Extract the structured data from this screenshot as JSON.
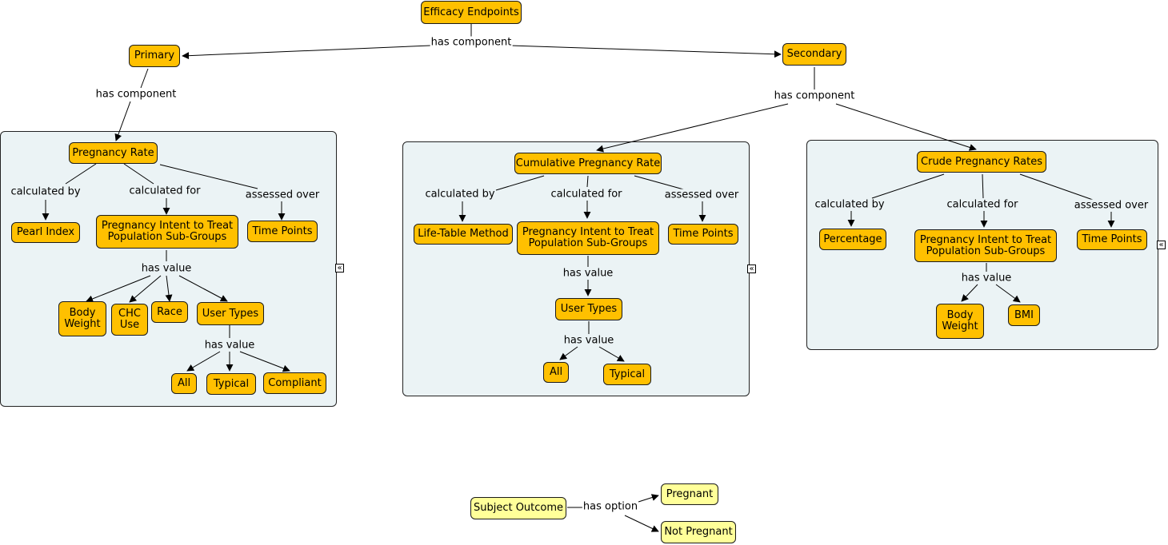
{
  "colors": {
    "concept": "#ffc000",
    "outcome": "#ffff99",
    "group_bg": "#ebf3f5",
    "line": "#000000"
  },
  "concepts": {
    "efficacy": "Efficacy Endpoints",
    "primary": "Primary",
    "secondary": "Secondary",
    "p_rate": "Pregnancy Rate",
    "p_pearl": "Pearl Index",
    "p_intent": "Pregnancy Intent to Treat Population Sub-Groups",
    "p_time": "Time Points",
    "p_body": "Body Weight",
    "p_chc": "CHC Use",
    "p_race": "Race",
    "p_users": "User Types",
    "p_all": "All",
    "p_typical": "Typical",
    "p_compliant": "Compliant",
    "c_rate": "Cumulative Pregnancy Rate",
    "c_life": "Life-Table Method",
    "c_intent": "Pregnancy Intent to Treat Population Sub-Groups",
    "c_time": "Time Points",
    "c_users": "User Types",
    "c_all": "All",
    "c_typical": "Typical",
    "r_rate": "Crude Pregnancy Rates",
    "r_pct": "Percentage",
    "r_intent": "Pregnancy Intent to Treat Population Sub-Groups",
    "r_time": "Time Points",
    "r_body": "Body Weight",
    "r_bmi": "BMI",
    "subject": "Subject Outcome",
    "pregnant": "Pregnant",
    "not_pregnant": "Not Pregnant"
  },
  "links": {
    "top": "has component",
    "primary": "has component",
    "secondary": "has component",
    "p_calc_by": "calculated by",
    "p_calc_for": "calculated for",
    "p_assessed": "assessed over",
    "p_value1": "has value",
    "p_value2": "has value",
    "c_calc_by": "calculated by",
    "c_calc_for": "calculated for",
    "c_assessed": "assessed over",
    "c_value1": "has value",
    "c_value2": "has value",
    "r_calc_by": "calculated by",
    "r_calc_for": "calculated for",
    "r_assessed": "assessed over",
    "r_value": "has value",
    "option": "has option"
  },
  "collapse_icon": "«"
}
